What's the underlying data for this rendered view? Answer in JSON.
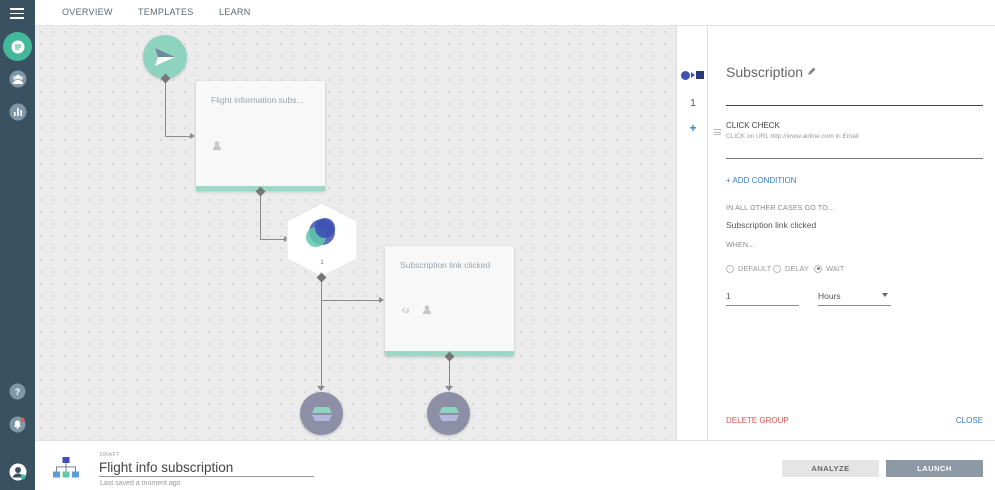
{
  "nav": {
    "overview": "OVERVIEW",
    "templates": "TEMPLATES",
    "learn": "LEARN"
  },
  "cards": [
    {
      "title": "Flight information subs..."
    },
    {
      "title": "Subscription link clicked"
    }
  ],
  "hexnode": {
    "count": "1"
  },
  "minibar": {
    "count": "1",
    "add": "+"
  },
  "panel": {
    "title": "Subscription",
    "condition_title": "CLICK CHECK",
    "condition_desc": "CLICK on URL http://www.airline.com in Email",
    "add_condition": "+ ADD CONDITION",
    "other_cases": "IN ALL OTHER CASES GO TO...",
    "other_target": "Subscription link clicked",
    "when": "WHEN...",
    "radios": [
      "DEFAULT",
      "DELAY",
      "WAIT"
    ],
    "selected_radio": "WAIT",
    "wait_value": "1",
    "wait_unit": "Hours",
    "delete": "DELETE GROUP",
    "close": "CLOSE"
  },
  "footer": {
    "status": "DRAFT",
    "name": "Flight info subscription",
    "saved": "Last saved a moment ago",
    "analyze": "ANALYZE",
    "launch": "LAUNCH"
  },
  "colors": {
    "sidebar": "#3a5161",
    "accent": "#5fc9a9",
    "link": "#3b7fc4",
    "danger": "#d9534f",
    "endnode": "#8c8fa6"
  }
}
